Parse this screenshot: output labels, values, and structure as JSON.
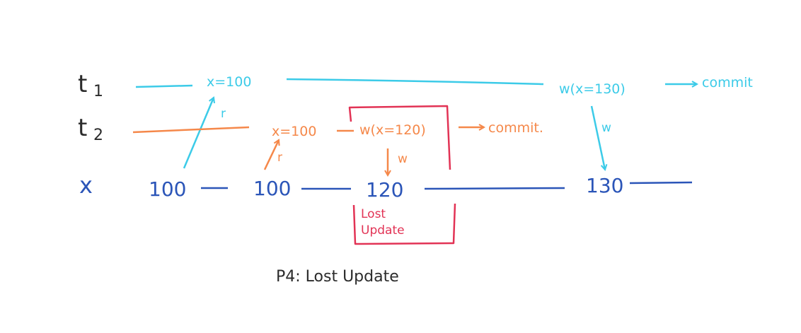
{
  "colors": {
    "t1": "#3ccbe8",
    "t2": "#f5884a",
    "x": "#2b55b8",
    "lost_box": "#e23355",
    "ink": "#2b2b2b"
  },
  "rows": {
    "t1": {
      "label": "t",
      "sub": "1"
    },
    "t2": {
      "label": "t",
      "sub": "2"
    },
    "x": {
      "label": "x"
    }
  },
  "t1": {
    "read": "x=100",
    "write": "w(x=130)",
    "commit": "commit",
    "read_arrow": "r",
    "write_arrow": "w"
  },
  "t2": {
    "read": "x=100",
    "write": "w(x=120)",
    "commit": "commit.",
    "read_arrow": "r",
    "write_arrow": "w"
  },
  "x_values": [
    "100",
    "100",
    "120",
    "130"
  ],
  "lost_box": {
    "line1": "Lost",
    "line2": "Update"
  },
  "caption": "P4: Lost Update"
}
